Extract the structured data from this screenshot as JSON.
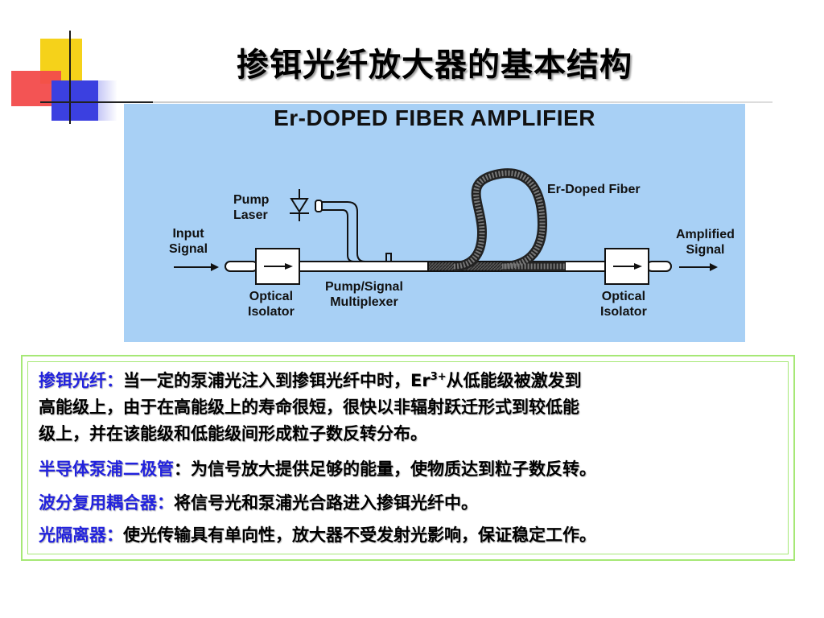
{
  "title": "掺铒光纤放大器的基本结构",
  "figure": {
    "title": "Er-DOPED FIBER AMPLIFIER",
    "labels": {
      "pump_laser_1": "Pump",
      "pump_laser_2": "Laser",
      "input_1": "Input",
      "input_2": "Signal",
      "er_fiber": "Er-Doped Fiber",
      "amplified_1": "Amplified",
      "amplified_2": "Signal",
      "iso1_1": "Optical",
      "iso1_2": "Isolator",
      "mux_1": "Pump/Signal",
      "mux_2": "Multiplexer",
      "iso2_1": "Optical",
      "iso2_2": "Isolator"
    },
    "colors": {
      "background": "#a8d0f5"
    }
  },
  "text": {
    "p1_key": "掺铒光纤：",
    "p1_a": "当一定的泵浦光注入到掺铒光纤中时，",
    "p1_er": "Er",
    "p1_sup": "3+",
    "p1_b": "从低能级被激发到",
    "p1_line2": "高能级上，由于在高能级上的寿命很短，很快以非辐射跃迁形式到较低能",
    "p1_line3": "级上，并在该能级和低能级间形成粒子数反转分布。",
    "p2_key": "半导体泵浦二极管",
    "p2_text": "：为信号放大提供足够的能量，使物质达到粒子数反转。",
    "p3_key": "波分复用耦合器：",
    "p3_text": "将信号光和泵浦光合路进入掺铒光纤中。",
    "p4_key": "光隔离器：",
    "p4_text": "使光传输具有单向性，放大器不受发射光影响，保证稳定工作。"
  },
  "colors": {
    "key_text": "#2222dd",
    "border": "#a6e876"
  }
}
